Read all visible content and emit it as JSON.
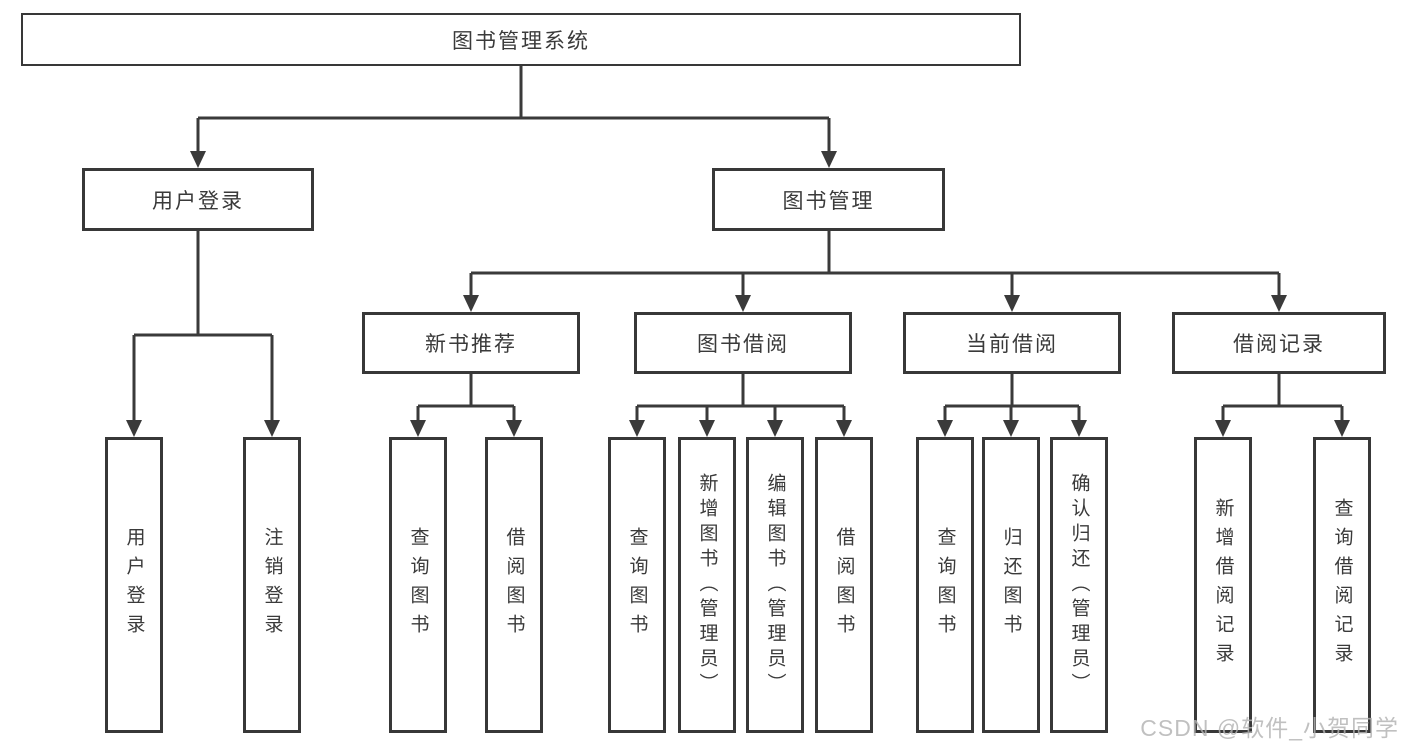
{
  "tree": {
    "label": "图书管理系统",
    "children": [
      {
        "label": "用户登录",
        "children": [
          {
            "label": "用户登录"
          },
          {
            "label": "注销登录"
          }
        ]
      },
      {
        "label": "图书管理",
        "children": [
          {
            "label": "新书推荐",
            "children": [
              {
                "label": "查询图书"
              },
              {
                "label": "借阅图书"
              }
            ]
          },
          {
            "label": "图书借阅",
            "children": [
              {
                "label": "查询图书"
              },
              {
                "label": "新增图书（管理员）"
              },
              {
                "label": "编辑图书（管理员）"
              },
              {
                "label": "借阅图书"
              }
            ]
          },
          {
            "label": "当前借阅",
            "children": [
              {
                "label": "查询图书"
              },
              {
                "label": "归还图书"
              },
              {
                "label": "确认归还（管理员）"
              }
            ]
          },
          {
            "label": "借阅记录",
            "children": [
              {
                "label": "新增借阅记录"
              },
              {
                "label": "查询借阅记录"
              }
            ]
          }
        ]
      }
    ]
  },
  "watermark": "CSDN @软件_小贺同学",
  "colors": {
    "line": "#3a3a3a",
    "text": "#3a3a3a",
    "watermark": "#b3b3b3",
    "background": "#ffffff"
  }
}
